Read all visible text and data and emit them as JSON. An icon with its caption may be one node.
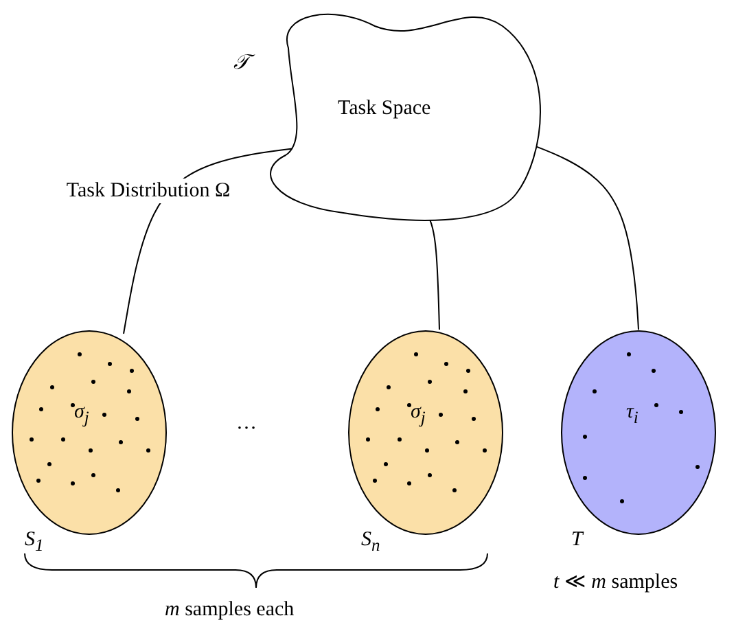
{
  "diagram": {
    "nodes": [
      {
        "text": [
          "Task Space"
        ],
        "beside": [
          "𝒯"
        ]
      },
      {
        "text": [
          "σ$_{j}$"
        ],
        "beside": [
          "S$_{1}$"
        ]
      },
      {
        "text": [
          "σ$_{j}$"
        ],
        "beside": [
          "S$_{n}$"
        ]
      },
      {
        "text": [
          "τ$_{i}$"
        ],
        "beside": [
          "T"
        ]
      }
    ],
    "edges": [
      {
        "from": 0,
        "to": 1,
        "arrow": "none",
        "label": "Task Distribution Ω"
      },
      {
        "from": 0,
        "to": 2,
        "arrow": "none"
      },
      {
        "from": 0,
        "to": 3,
        "arrow": "none"
      }
    ],
    "labels": [
      "…",
      "*m* samples each",
      "*t* ≪ *m* samples"
    ]
  }
}
